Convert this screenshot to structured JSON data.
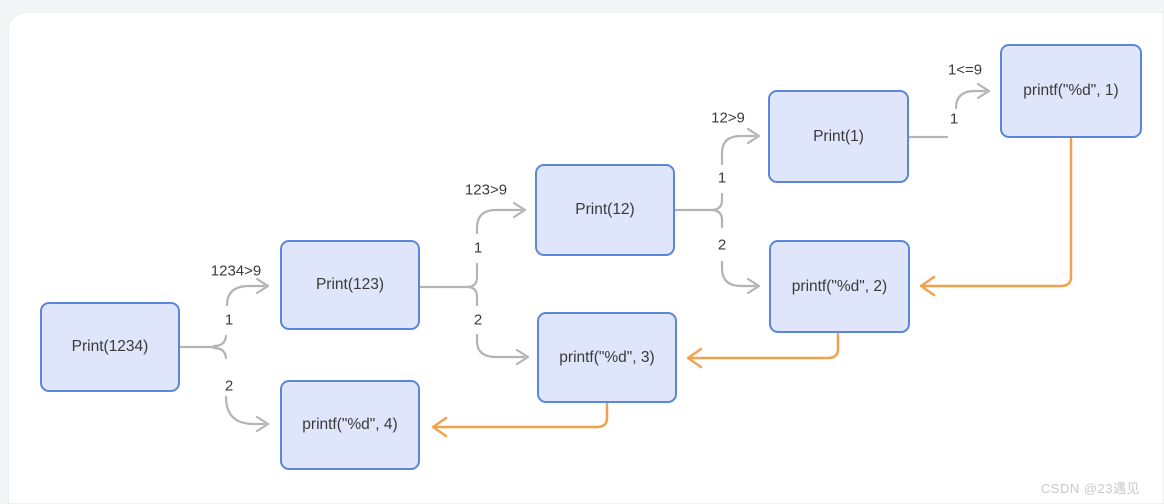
{
  "colors": {
    "node_fill": "#dfe5fa",
    "node_border": "#5b86dc",
    "call_line": "#b4b4b4",
    "return_line": "#f2a14e",
    "text": "#3b3b3b",
    "watermark": "#c9c9c9",
    "panel_bg": "#ffffff",
    "page_bg": "#f4f5f6"
  },
  "diagram": {
    "description": "Recursion trace of Print(1234) printing digits via printf",
    "nodes": [
      {
        "label": "Print(1234)"
      },
      {
        "label": "Print(123)"
      },
      {
        "label": "printf(\"%d\", 4)"
      },
      {
        "label": "Print(12)"
      },
      {
        "label": "printf(\"%d\", 3)"
      },
      {
        "label": "Print(1)"
      },
      {
        "label": "printf(\"%d\", 2)"
      },
      {
        "label": "printf(\"%d\", 1)"
      }
    ],
    "calls": [
      {
        "from": "Print(1234)",
        "to": "Print(123)",
        "condition": "1234>9",
        "branch": "1"
      },
      {
        "from": "Print(1234)",
        "to": "printf(\"%d\", 4)",
        "branch": "2"
      },
      {
        "from": "Print(123)",
        "to": "Print(12)",
        "condition": "123>9",
        "branch": "1"
      },
      {
        "from": "Print(123)",
        "to": "printf(\"%d\", 3)",
        "branch": "2"
      },
      {
        "from": "Print(12)",
        "to": "Print(1)",
        "condition": "12>9",
        "branch": "1"
      },
      {
        "from": "Print(12)",
        "to": "printf(\"%d\", 2)",
        "branch": "2"
      },
      {
        "from": "Print(1)",
        "to": "printf(\"%d\", 1)",
        "condition": "1<=9",
        "branch": "1"
      }
    ],
    "returns": [
      {
        "from": "printf(\"%d\", 1)",
        "to": "printf(\"%d\", 2)"
      },
      {
        "from": "printf(\"%d\", 2)",
        "to": "printf(\"%d\", 3)"
      },
      {
        "from": "printf(\"%d\", 3)",
        "to": "printf(\"%d\", 4)"
      }
    ]
  },
  "watermark": {
    "text": "CSDN @23遇见"
  }
}
